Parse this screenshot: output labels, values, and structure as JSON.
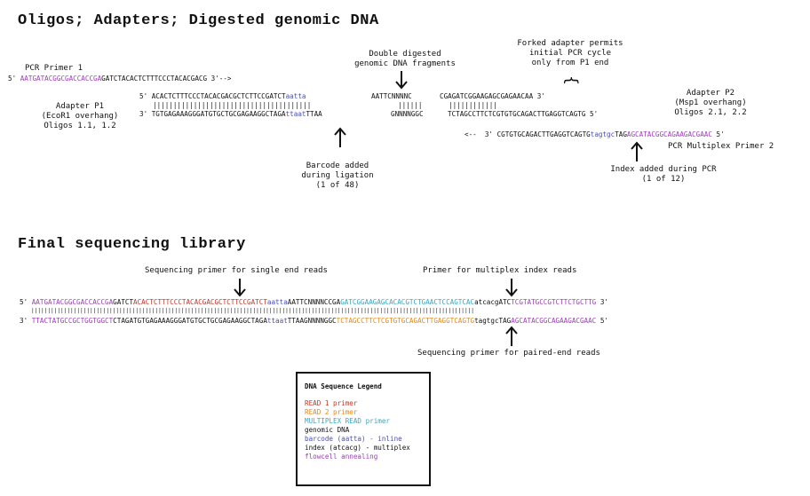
{
  "titles": {
    "top": "Oligos; Adapters; Digested genomic DNA",
    "bottom": "Final sequencing library"
  },
  "top": {
    "pcr_primer1": {
      "label": "PCR Primer 1",
      "prefix": "5'",
      "purple": "AATGATACGGCGACCACCGA",
      "black": "GATCTACACTCTTTCCCTACACGACG 3'-->"
    },
    "double_digest_label": "Double digested\ngenomic DNA fragments",
    "forked_label": "Forked adapter permits\ninitial PCR cycle\nonly from P1 end",
    "brace": "{",
    "adapter_p1_label": "Adapter P1\n(EcoR1 overhang)\nOligos 1.1, 1.2",
    "adapter_p2_label": "Adapter P2\n(Msp1 overhang)\nOligos 2.1, 2.2",
    "p1_top_prefix": "5'",
    "p1_top_black": "ACACTCTTTCCCTACACGACGCTCTTCCGATCT",
    "p1_top_barcode": "aatta",
    "frag_top": "AATTCNNNNC",
    "p2_top": "CGAGATCGGAAGAGCGAGAACAA 3'",
    "p1_bars": "|||||||||||||||||||||||||||||||||||||||",
    "frag_bars": "||||||",
    "p2_bars": "||||||||||||",
    "p1_bot_prefix": "3'",
    "p1_bot_black": "TGTGAGAAAGGGATGTGCTGCGAGAAGGCTAGA",
    "p1_bot_barcode": "ttaat",
    "p1_bot_tail": "TTAA",
    "frag_bot": "GNNNNGGC",
    "p2_bot": "TCTAGCCTTCTCGTGTGCAGACTTGAGGTCAGTG 5'",
    "pcr_mp2_arrow": "<--  3'",
    "pcr_mp2_black1": "CGTGTGCAGACTTGAGGTCAGTG",
    "pcr_mp2_index": "tagtgc",
    "pcr_mp2_black2": "TAG",
    "pcr_mp2_purple": "AGCATACGGCAGAAGACGAAC",
    "pcr_mp2_suffix": "5'",
    "pcr_mp2_label": "PCR Multiplex Primer 2",
    "barcode_label": "Barcode added\nduring ligation\n(1 of 48)",
    "index_label": "Index added during PCR\n(1 of 12)"
  },
  "bottom": {
    "seq_single_label": "Sequencing primer for single end reads",
    "multiplex_index_label": "Primer for multiplex index reads",
    "paired_label": "Sequencing primer for paired-end reads",
    "top_prefix": "5'",
    "top_purple": "AATGATACGGCGACCACCGA",
    "top_black1": "GATCT",
    "top_red": "ACACTCTTTCCCTACACGACGCTCTTCCGATCT",
    "top_barcode": "aatta",
    "top_black2": "AATTCNNNNCCGA",
    "top_cyan": "GATCGGAAGAGCACACGTCTGAACTCCAGTCAC",
    "top_index": "atcacg",
    "top_black3": "ATC",
    "top_purple2": "TCGTATGCCGTCTTCTGCTTG",
    "top_suffix": "3'",
    "bars": "||||||||||||||||||||||||||||||||||||||||||||||||||||||||||||||||||||||||||||||||||||||||||||||||||||||||||||||||||||||||||||||||||||||||",
    "bot_prefix": "3'",
    "bot_purple": "TTACTATGCCGCTGGTGGCT",
    "bot_black1": "CTAGATGTGAGAAAGGGATGTGCTGCGAGAAGGCTAGA",
    "bot_barcode": "ttaat",
    "bot_black2": "TTAAGNNNNGGC",
    "bot_orange": "TCTAGCCTTCTCGTGTGCAGACTTGAGGTCAGTG",
    "bot_index": "tagtgc",
    "bot_black3": "TAG",
    "bot_purple2": "AGCATACGGCAGAAGACGAAC",
    "bot_suffix": "5'"
  },
  "legend": {
    "title": "DNA Sequence Legend",
    "items": [
      {
        "text": "READ 1 primer",
        "color": "#c0392b"
      },
      {
        "text": "READ 2 primer",
        "color": "#e08a1e"
      },
      {
        "text": "MULTIPLEX READ primer",
        "color": "#3aa6c2"
      },
      {
        "text": "genomic DNA",
        "color": "#111111"
      },
      {
        "text": "barcode (aatta) - inline",
        "color": "#4b4fb0"
      },
      {
        "text": "index (atcacg) - multiplex",
        "color": "#111111"
      },
      {
        "text": "flowcell annealing",
        "color": "#9b3fb5"
      }
    ]
  }
}
